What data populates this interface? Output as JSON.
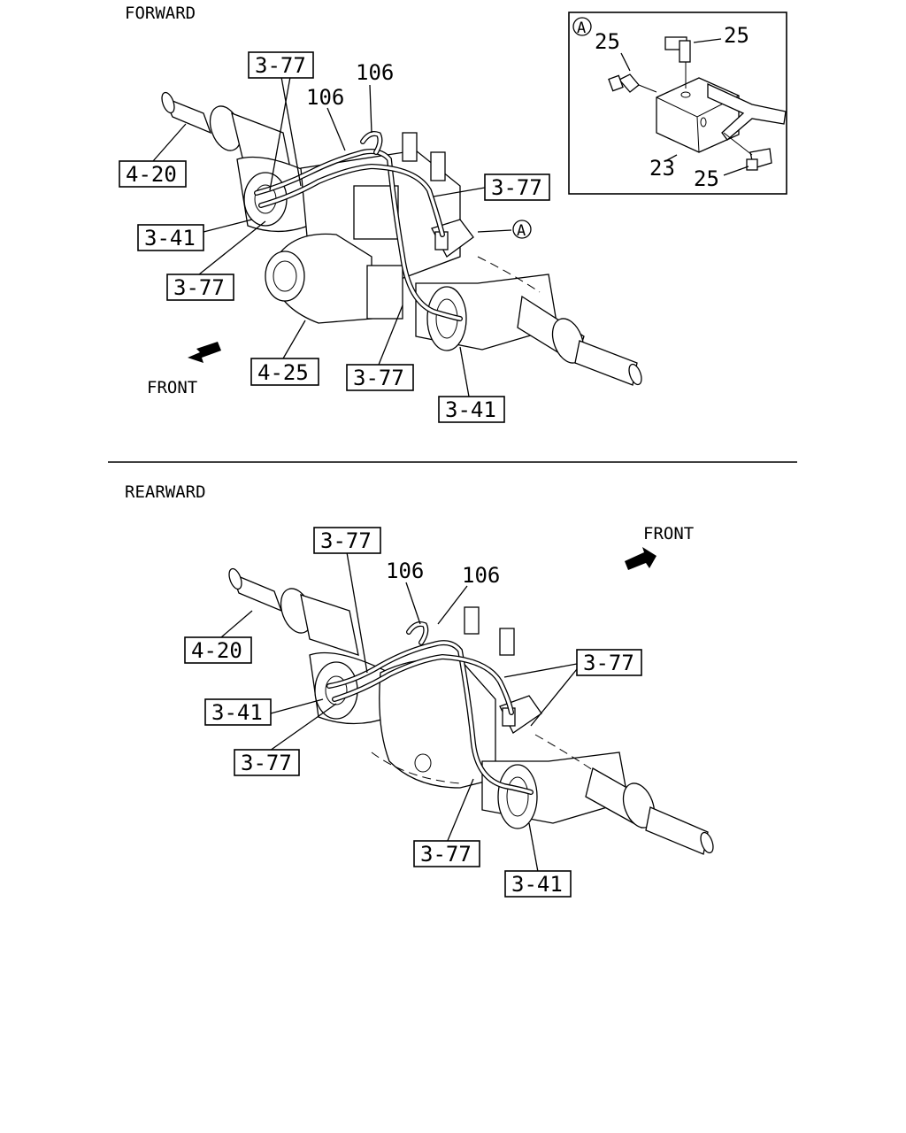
{
  "forward": {
    "title": "FORWARD",
    "front": "FRONT",
    "labels": {
      "l_3_77_top": "3-77",
      "l_106_a": "106",
      "l_106_b": "106",
      "l_4_20": "4-20",
      "l_3_77_right": "3-77",
      "l_3_41_left": "3-41",
      "l_3_77_left": "3-77",
      "l_4_25": "4-25",
      "l_3_77_bottom": "3-77",
      "l_3_41_bottom": "3-41"
    },
    "callout_marker": "A"
  },
  "inset": {
    "marker": "A",
    "labels": {
      "n25_left": "25",
      "n25_top": "25",
      "n23": "23",
      "n25_bottom": "25"
    }
  },
  "rearward": {
    "title": "REARWARD",
    "front": "FRONT",
    "labels": {
      "l_3_77_top": "3-77",
      "l_106_a": "106",
      "l_106_b": "106",
      "l_4_20": "4-20",
      "l_3_77_right": "3-77",
      "l_3_41_left": "3-41",
      "l_3_77_left": "3-77",
      "l_3_77_bottom": "3-77",
      "l_3_41_bottom": "3-41"
    }
  }
}
